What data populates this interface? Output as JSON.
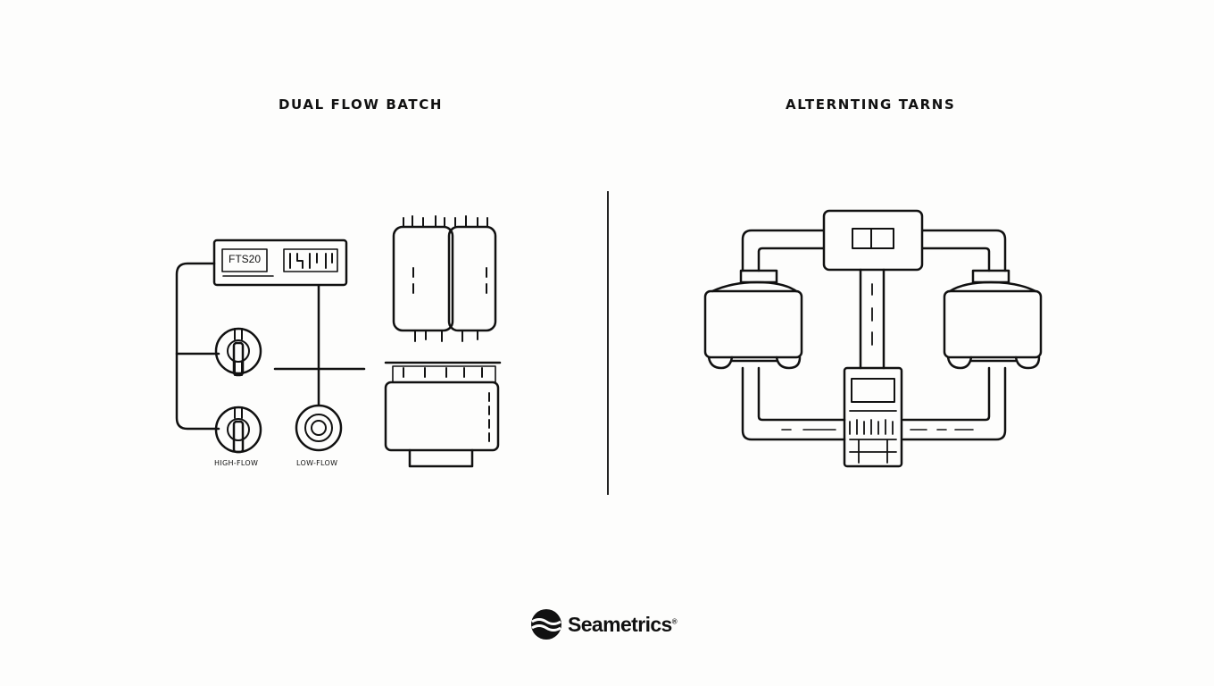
{
  "left_panel": {
    "title": "DUAL FLOW BATCH",
    "display_label": "FTS20",
    "valve_labels": {
      "high": "HIGH-FLOW",
      "low": "LOW-FLOW"
    }
  },
  "right_panel": {
    "title": "ALTERNTING TARNS"
  },
  "brand": {
    "name": "Seametrics",
    "registered_mark": "®",
    "logo_icon": "seametrics-wave-circle-icon"
  },
  "colors": {
    "ink": "#111111",
    "background": "#fdfdfc"
  }
}
